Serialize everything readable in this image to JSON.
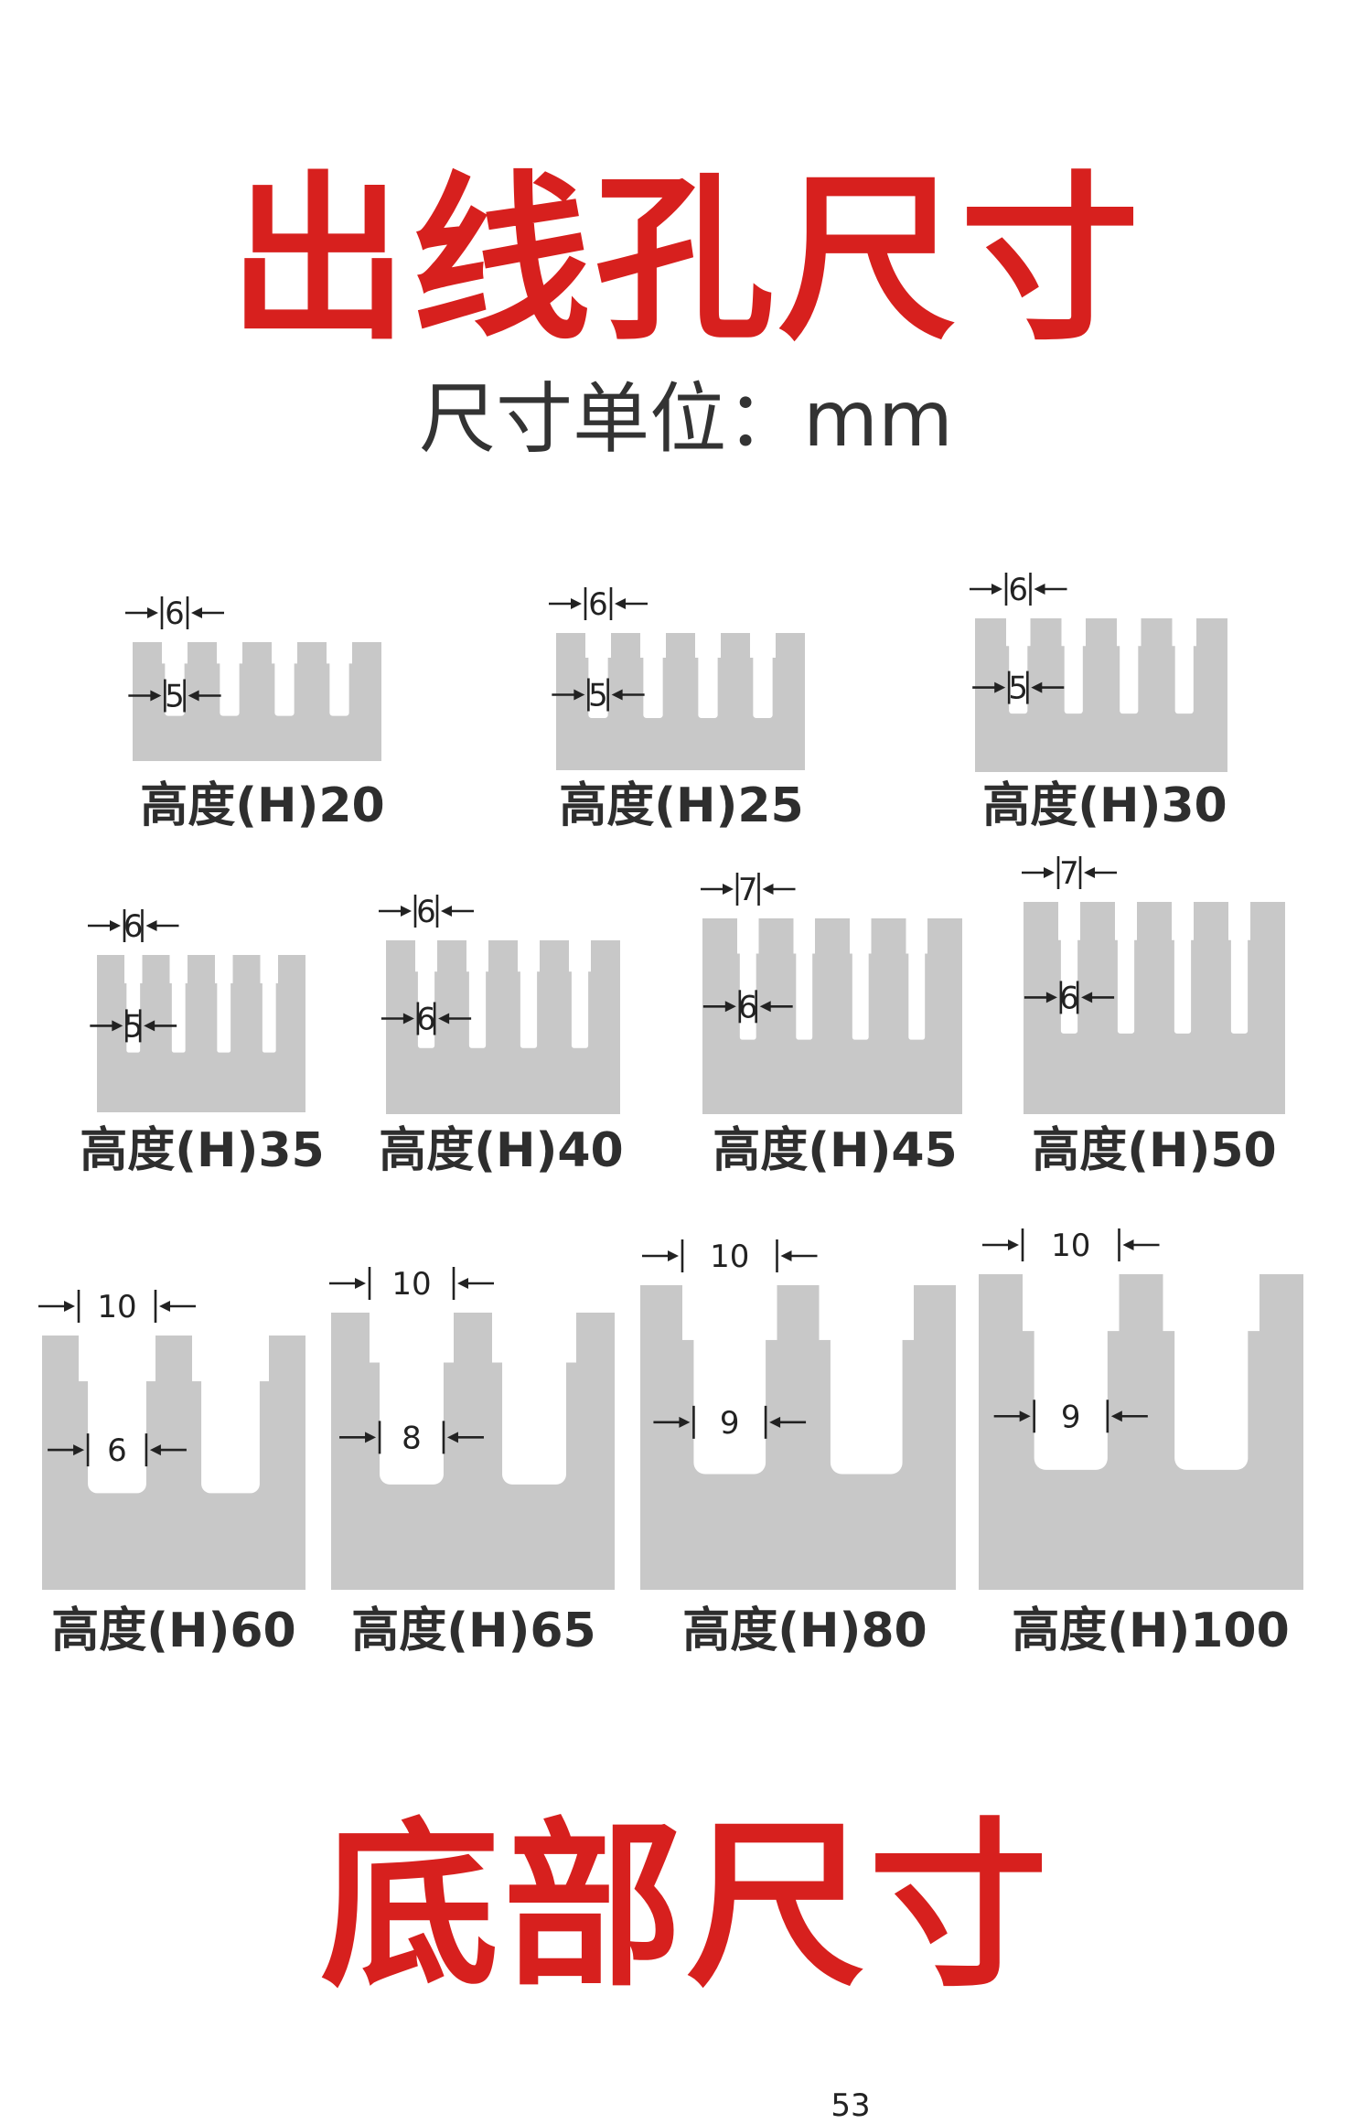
{
  "title_main": "出线孔尺寸",
  "subtitle": "尺寸单位：mm",
  "title_bottom": "底部尺寸",
  "footer_number": "53",
  "colors": {
    "title_red": "#d7201e",
    "profile_gray": "#c8c8c8",
    "text_dark": "#2e2e2e"
  },
  "profiles": [
    {
      "label": "高度(H)20",
      "height": 20,
      "slot_dim": "6",
      "hole_dim": "5"
    },
    {
      "label": "高度(H)25",
      "height": 25,
      "slot_dim": "6",
      "hole_dim": "5"
    },
    {
      "label": "高度(H)30",
      "height": 30,
      "slot_dim": "6",
      "hole_dim": "5"
    },
    {
      "label": "高度(H)35",
      "height": 35,
      "slot_dim": "6",
      "hole_dim": "5"
    },
    {
      "label": "高度(H)40",
      "height": 40,
      "slot_dim": "6",
      "hole_dim": "6"
    },
    {
      "label": "高度(H)45",
      "height": 45,
      "slot_dim": "7",
      "hole_dim": "6"
    },
    {
      "label": "高度(H)50",
      "height": 50,
      "slot_dim": "7",
      "hole_dim": "6"
    },
    {
      "label": "高度(H)60",
      "height": 60,
      "slot_dim": "10",
      "hole_dim": "6"
    },
    {
      "label": "高度(H)65",
      "height": 65,
      "slot_dim": "10",
      "hole_dim": "8"
    },
    {
      "label": "高度(H)80",
      "height": 80,
      "slot_dim": "10",
      "hole_dim": "9"
    },
    {
      "label": "高度(H)100",
      "height": 100,
      "slot_dim": "10",
      "hole_dim": "9"
    }
  ]
}
